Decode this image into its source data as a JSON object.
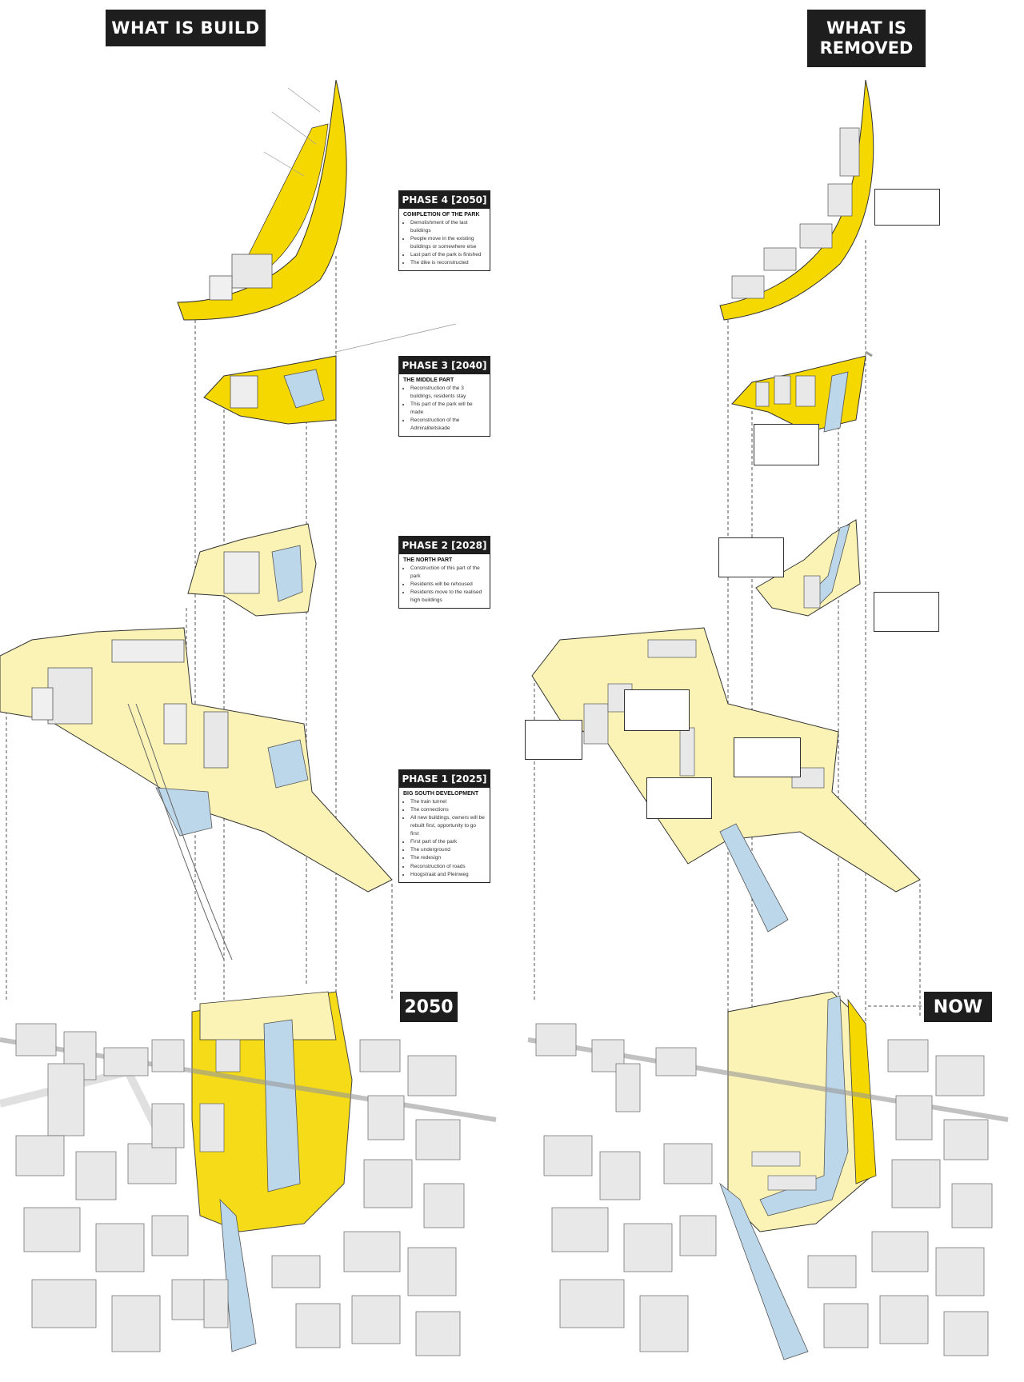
{
  "labels": {
    "left_tag": "WHAT IS BUILD",
    "right_tag_line1": "WHAT IS",
    "right_tag_line2": "REMOVED",
    "year_left": "2050",
    "year_right": "NOW"
  },
  "phases": [
    {
      "title": "PHASE 4 [2050]",
      "subtitle": "COMPLETION OF THE PARK",
      "items": [
        "Demolishment of the last buildings",
        "People move in the existing buildings or somewhere else",
        "Last part of the park is finished",
        "The dike is reconstructed"
      ]
    },
    {
      "title": "PHASE 3 [2040]",
      "subtitle": "THE MIDDLE PART",
      "items": [
        "Reconstruction of the 3 buildings, residents stay",
        "This part of the park will be made",
        "Reconstruction of the Admiraliteitskade"
      ]
    },
    {
      "title": "PHASE 2 [2028]",
      "subtitle": "THE NORTH PART",
      "items": [
        "Construction of this part of the park",
        "Residents will be rehoused",
        "Residents move to the realised high buildings"
      ]
    },
    {
      "title": "PHASE 1 [2025]",
      "subtitle": "BIG SOUTH DEVELOPMENT",
      "items": [
        "The train tunnel",
        "The connections",
        "All new buildings, owners will be rebuilt first, opportunity to go first",
        "First part of the park",
        "The underground",
        "The redesign",
        "Reconstruction of roads",
        "Hoogstraat and Pleinweg"
      ]
    }
  ],
  "colors": {
    "dark": "#1e1e1e",
    "yellow_strong": "#f4d800",
    "yellow_light": "#fbf3b6",
    "water": "#bdd7ea",
    "building": "#e8e8e8",
    "line": "#555555"
  }
}
